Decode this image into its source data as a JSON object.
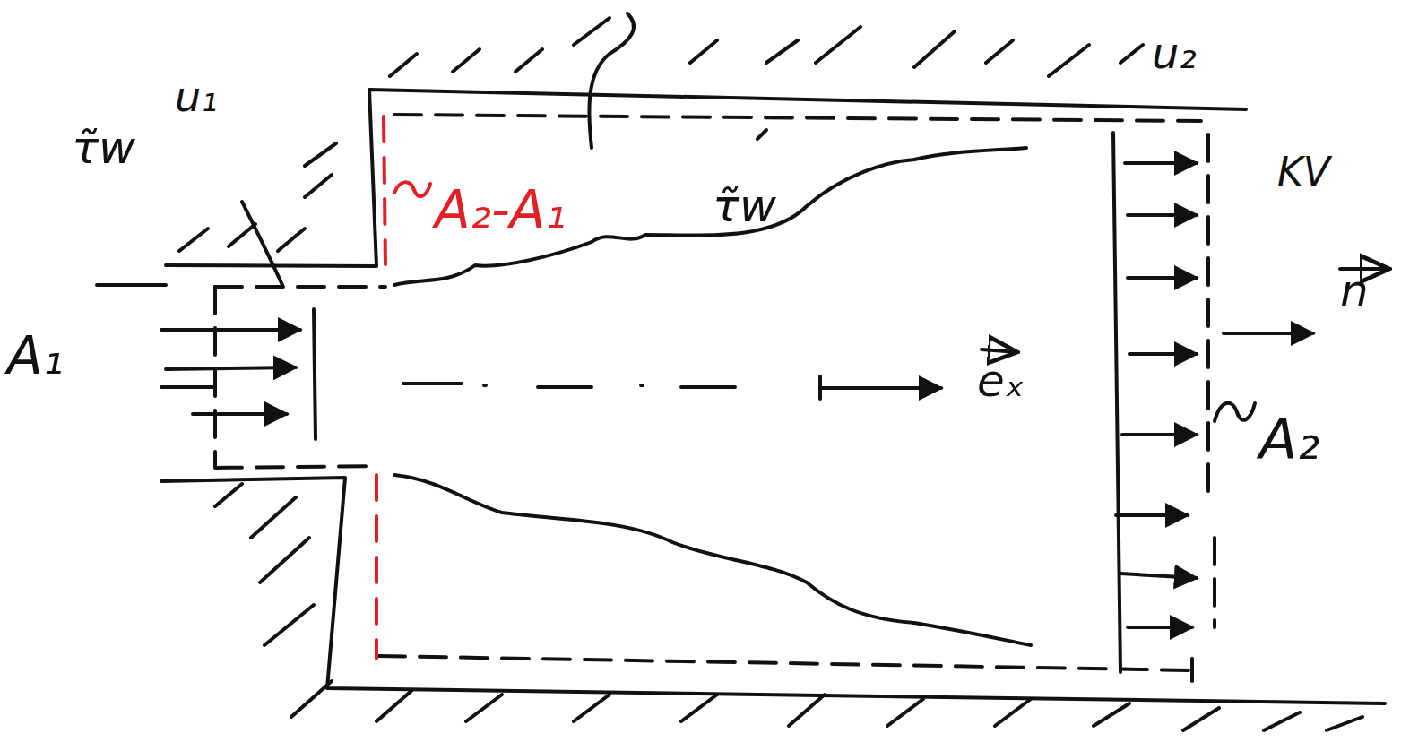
{
  "diagram": {
    "labels": [
      "τ̃w",
      "u₁",
      "u₂",
      "A₂-A₁",
      "τ̃w",
      "A₁",
      "eₓ",
      "KV",
      "n",
      "A₂"
    ]
  }
}
